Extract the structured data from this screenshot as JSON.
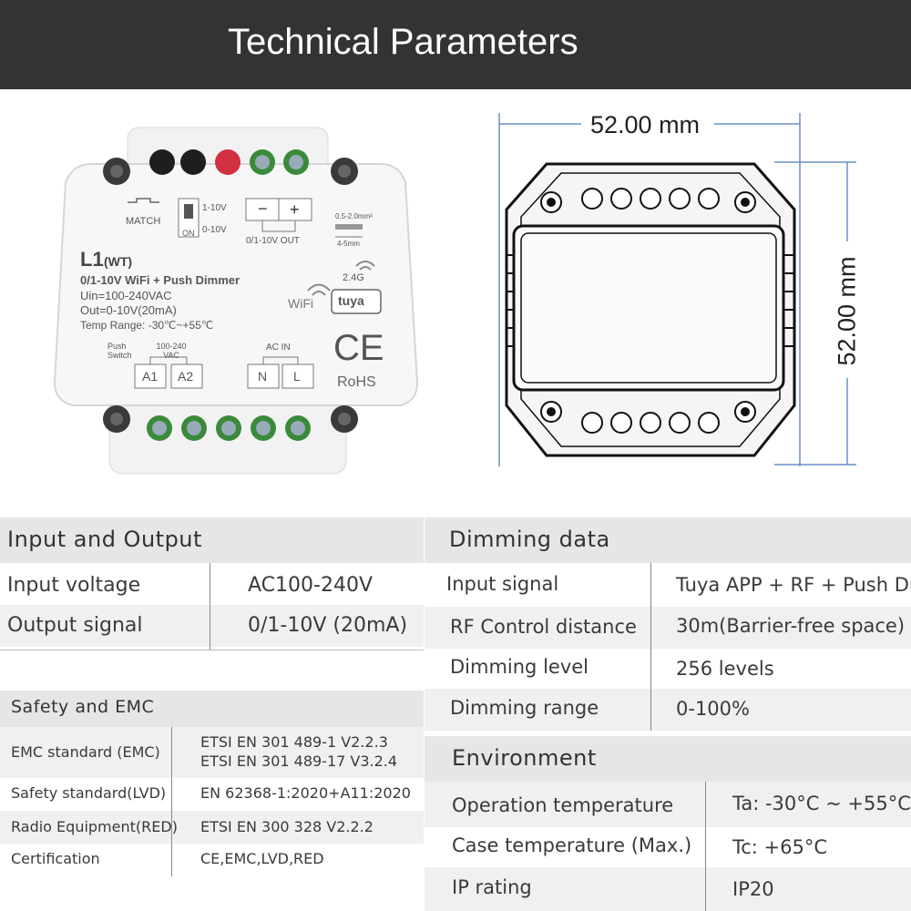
{
  "header": {
    "title": "Technical Parameters"
  },
  "device": {
    "match_label": "MATCH",
    "switch_labels": [
      "1-10V",
      "ON",
      "0-10V"
    ],
    "out_minus": "−",
    "out_plus": "+",
    "out_label": "0/1-10V OUT",
    "wire_spec_1": "0.5-2.0mm²",
    "wire_spec_2": "4-5mm",
    "model": "L1",
    "model_suffix": "(WT)",
    "product_line": "0/1-10V  WiFi + Push Dimmer",
    "uin": "Uin=100-240VAC",
    "out": "Out=0-10V(20mA)",
    "temp": "Temp Range: -30℃~+55℃",
    "band": "2.4G",
    "wifi": "WiFi",
    "tuya": "tuya",
    "push_switch": "Push Switch",
    "vac": "100-240 VAC",
    "a1": "A1",
    "a2": "A2",
    "ac_in": "AC IN",
    "n": "N",
    "l": "L",
    "ce": "CE",
    "rohs": "RoHS"
  },
  "drawing": {
    "width_label": "52.00 mm",
    "height_label": "52.00 mm"
  },
  "io": {
    "title": "Input and Output",
    "rows": [
      {
        "label": "Input voltage",
        "value": "AC100-240V"
      },
      {
        "label": "Output signal",
        "value": "0/1-10V (20mA)"
      }
    ]
  },
  "safety": {
    "title": "Safety and EMC",
    "rows": [
      {
        "label": "EMC standard (EMC)",
        "value1": "ETSI EN 301 489-1 V2.2.3",
        "value2": "ETSI EN 301 489-17 V3.2.4"
      },
      {
        "label": "Safety standard(LVD)",
        "value1": "EN 62368-1:2020+A11:2020"
      },
      {
        "label": "Radio Equipment(RED)",
        "value1": "ETSI EN 300 328 V2.2.2"
      },
      {
        "label": "Certification",
        "value1": "CE,EMC,LVD,RED"
      }
    ]
  },
  "dimming": {
    "title": "Dimming data",
    "rows": [
      {
        "label": "Input signal",
        "value": "Tuya APP + RF + Push Dim"
      },
      {
        "label": "RF Control distance",
        "value": "30m(Barrier-free space)"
      },
      {
        "label": "Dimming level",
        "value": "256 levels"
      },
      {
        "label": "Dimming range",
        "value": "0-100%"
      }
    ]
  },
  "environment": {
    "title": "Environment",
    "rows": [
      {
        "label": "Operation temperature",
        "value": "Ta: -30°C ~ +55°C"
      },
      {
        "label": "Case temperature (Max.)",
        "value": "Tc: +65°C"
      },
      {
        "label": "IP rating",
        "value": "IP20"
      }
    ]
  },
  "colors": {
    "header_bg": "#333333",
    "dimension_blue": "#6b8fc7",
    "terminal_green": "#3a8a3a",
    "terminal_red": "#d03040"
  }
}
